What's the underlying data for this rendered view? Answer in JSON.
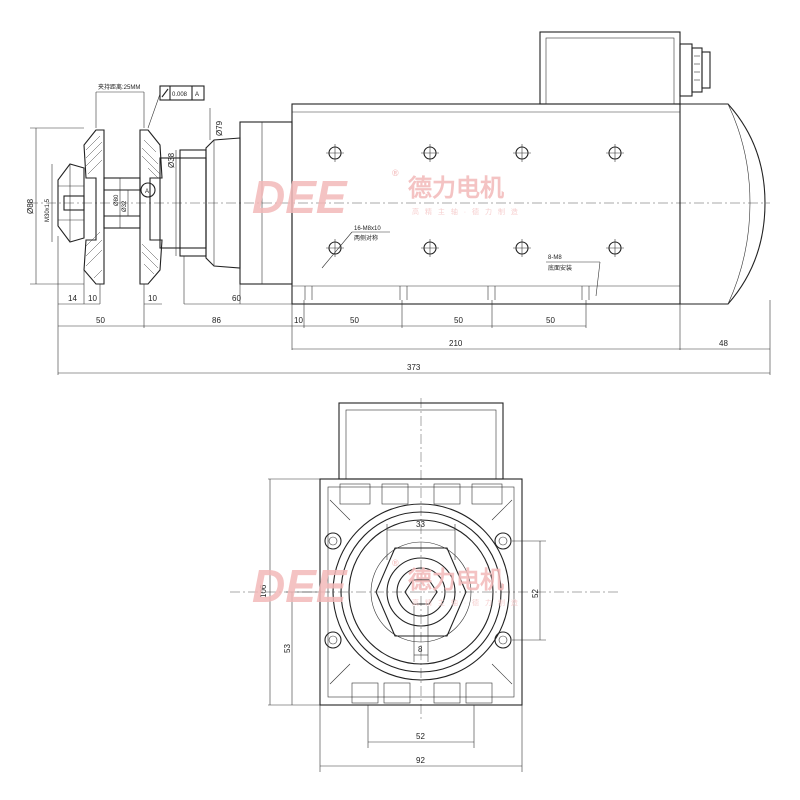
{
  "side_view": {
    "dims": {
      "d14": "14",
      "d10a": "10",
      "d10b": "10",
      "d60": "60",
      "d50a": "50",
      "d86": "86",
      "d10c": "10",
      "d50b": "50",
      "d50c": "50",
      "d50d": "50",
      "d210": "210",
      "d48": "48",
      "d373": "373",
      "phi88": "Ø88",
      "phi79": "Ø79",
      "phi38": "Ø38",
      "m30": "M30x1.5",
      "phi80": "Ø80",
      "phi32": "Ø32",
      "tol": "0.008",
      "datum_ref": "A",
      "datum": "A",
      "tool_note": "夹持距离:25MM"
    },
    "notes": {
      "holes_side": "16-M8x10",
      "holes_side_sub": "两侧对称",
      "holes_bottom": "8-M8",
      "holes_bottom_sub": "底面安装"
    }
  },
  "front_view": {
    "dims": {
      "d106": "106",
      "d53": "53",
      "d33": "33",
      "d52v": "52",
      "d8": "8",
      "d52h": "52",
      "d92": "92"
    }
  },
  "watermark": {
    "logo": "DEE",
    "reg_mark": "®",
    "brand": "德力电机",
    "tagline": "高 精 主 轴 · 德 力 制 造"
  }
}
